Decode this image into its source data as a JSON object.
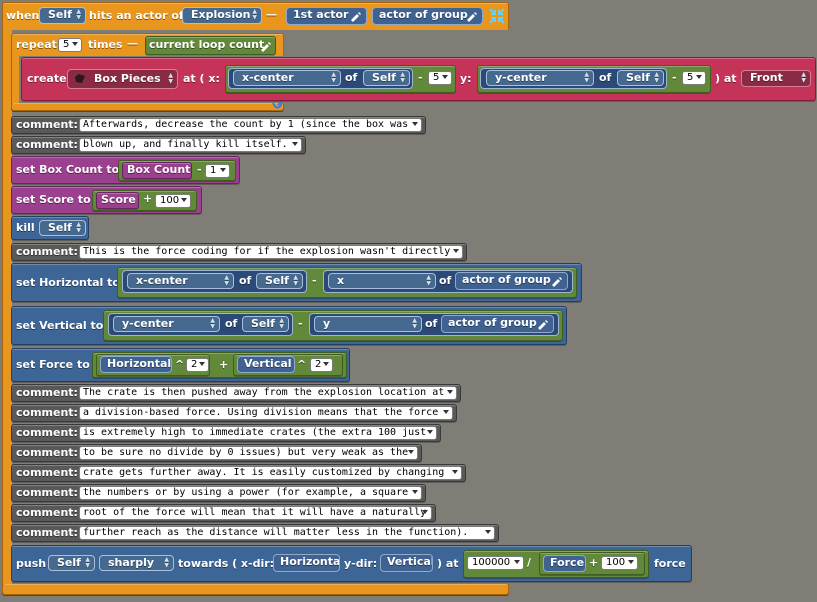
{
  "event": {
    "when": "when",
    "actor": "Self",
    "hits": "hits an actor of",
    "type": "Explosion",
    "dash": "—",
    "first_actor": "1st actor",
    "actor_of_group": "actor of group"
  },
  "repeat": {
    "label": "repeat",
    "count": "5",
    "times": "times",
    "dash": "—",
    "loop_var": "current loop count"
  },
  "create": {
    "label": "create",
    "actor_type": "Box Pieces",
    "at_x": "at ( x:",
    "x_attr": "x-center",
    "of1": "of",
    "self1": "Self",
    "minus1": "-",
    "x_off": "5",
    "y_label": "y:",
    "y_attr": "y-center",
    "of2": "of",
    "self2": "Self",
    "minus2": "-",
    "y_off": "5",
    "at_layer": ") at",
    "layer": "Front"
  },
  "comment_label": "comment:",
  "comments_top": [
    "Afterwards, decrease the count by 1 (since the box was",
    "blown up, and finally kill itself."
  ],
  "set_box": {
    "label": "set Box Count to",
    "var": "Box Count",
    "op": "-",
    "val": "1"
  },
  "set_score": {
    "label": "set Score to",
    "var": "Score",
    "op": "+",
    "val": "100"
  },
  "kill": {
    "label": "kill",
    "target": "Self"
  },
  "comment_force": "This is the force coding for if the explosion wasn't directly",
  "set_h": {
    "label": "set Horizontal to",
    "a": "x-center",
    "of": "of",
    "self": "Self",
    "op": "-",
    "b": "x",
    "of2": "of",
    "group": "actor of group"
  },
  "set_v": {
    "label": "set Vertical to",
    "a": "y-center",
    "of": "of",
    "self": "Self",
    "op": "-",
    "b": "y",
    "of2": "of",
    "group": "actor of group"
  },
  "set_force": {
    "label": "set Force to",
    "a": "Horizontal",
    "pow1": "^",
    "e1": "2",
    "plus": "+",
    "b": "Vertical",
    "pow2": "^",
    "e2": "2"
  },
  "comments_bottom": [
    "The crate is then pushed away from the explosion location at",
    "a division-based force. Using division means that the force",
    "is extremely high to immediate crates (the extra 100 just",
    "to be sure no divide by 0 issues) but very weak as the",
    "crate gets further away. It is easily customized by changing",
    "the numbers or by using a power (for example, a square",
    "root of the force will mean that it will have a naturally",
    "further reach as the distance will matter less in the function)."
  ],
  "push": {
    "label": "push",
    "target": "Self",
    "mode": "sharply",
    "towards": "towards ( x-dir:",
    "xdir": "Horizontal",
    "ydir_label": "y-dir:",
    "ydir": "Vertical",
    "at": ") at",
    "num": "100000",
    "div": "/",
    "force": "Force",
    "plus": "+",
    "add": "100",
    "end": "force"
  },
  "colors": {
    "event": "#e8961e",
    "comment": "#595959",
    "attribute": "#9b3f8f",
    "actor": "#3d6596",
    "create": "#c53458",
    "math": "#62893a",
    "canvas": "#807d76"
  }
}
